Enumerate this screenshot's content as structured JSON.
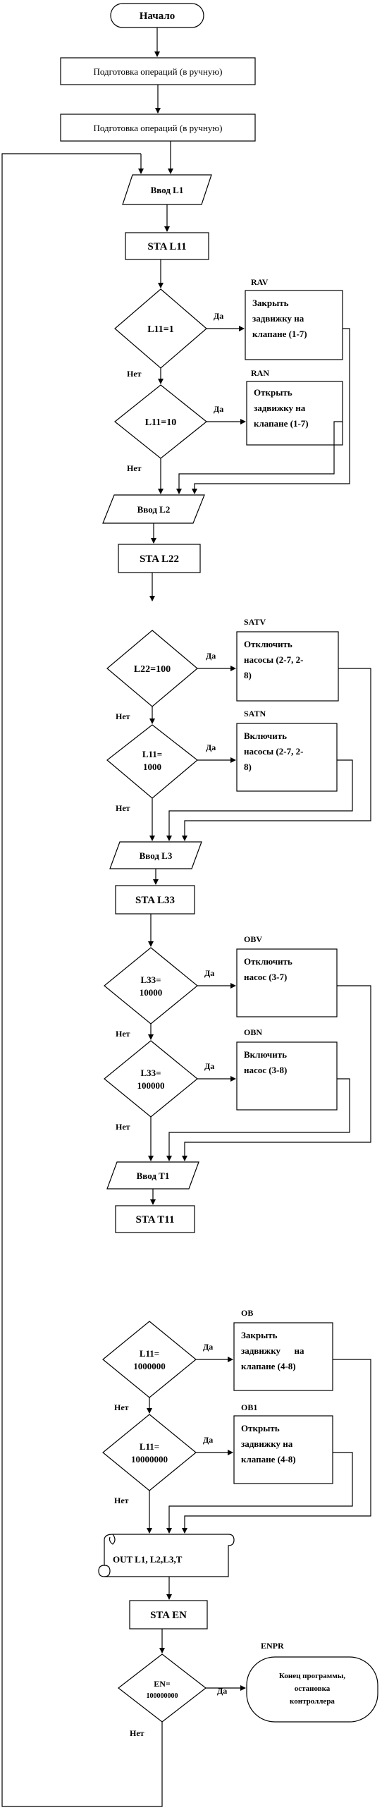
{
  "start": "Начало",
  "prep": [
    "Подготовка операций (в ручную)",
    "Подготовка операций (в ручную)"
  ],
  "yes": "Да",
  "no": "Нет",
  "sec1": {
    "input": "Ввод L1",
    "sta": "STA L11",
    "c1": [
      "L11=1"
    ],
    "c2": [
      "L11=10"
    ],
    "t1": "RAV",
    "a1": [
      "Закрыть",
      "задвижку на",
      "клапане (1-7)"
    ],
    "t2": "RAN",
    "a2": [
      "Открыть",
      "задвижку на",
      "клапане (1-7)"
    ]
  },
  "sec2": {
    "input": "Ввод L2",
    "sta": "STA L22",
    "c1": [
      "L22=100"
    ],
    "c2": [
      "L11=",
      "1000"
    ],
    "t1": "SATV",
    "a1": [
      "Отключить",
      "насосы (2-7, 2-",
      "8)"
    ],
    "t2": "SATN",
    "a2": [
      "Включить",
      "насосы (2-7, 2-",
      "8)"
    ]
  },
  "sec3": {
    "input": "Ввод L3",
    "sta": "STA L33",
    "c1": [
      "L33=",
      "10000"
    ],
    "c2": [
      "L33=",
      "100000"
    ],
    "t1": "OBV",
    "a1": [
      "Отключить",
      "насос (3-7)"
    ],
    "t2": "OBN",
    "a2": [
      "Включить",
      "насос (3-8)"
    ]
  },
  "sec4": {
    "input": "Ввод T1",
    "sta": "STA T11",
    "c1": [
      "L11=",
      "1000000"
    ],
    "c2": [
      "L11=",
      "10000000"
    ],
    "t1": "OB",
    "a1": [
      "Закрыть",
      "задвижку      на",
      "клапане (4-8)"
    ],
    "t2": "OB1",
    "a2": [
      "Открыть",
      "задвижку на",
      "клапане (4-8)"
    ]
  },
  "output": "OUT L1, L2,L3,T",
  "sta_en": "STA EN",
  "final_cond": [
    "EN=",
    "100000000"
  ],
  "end_tag": "ENPR",
  "end": [
    "Конец программы,",
    "остановка",
    "контроллера"
  ]
}
